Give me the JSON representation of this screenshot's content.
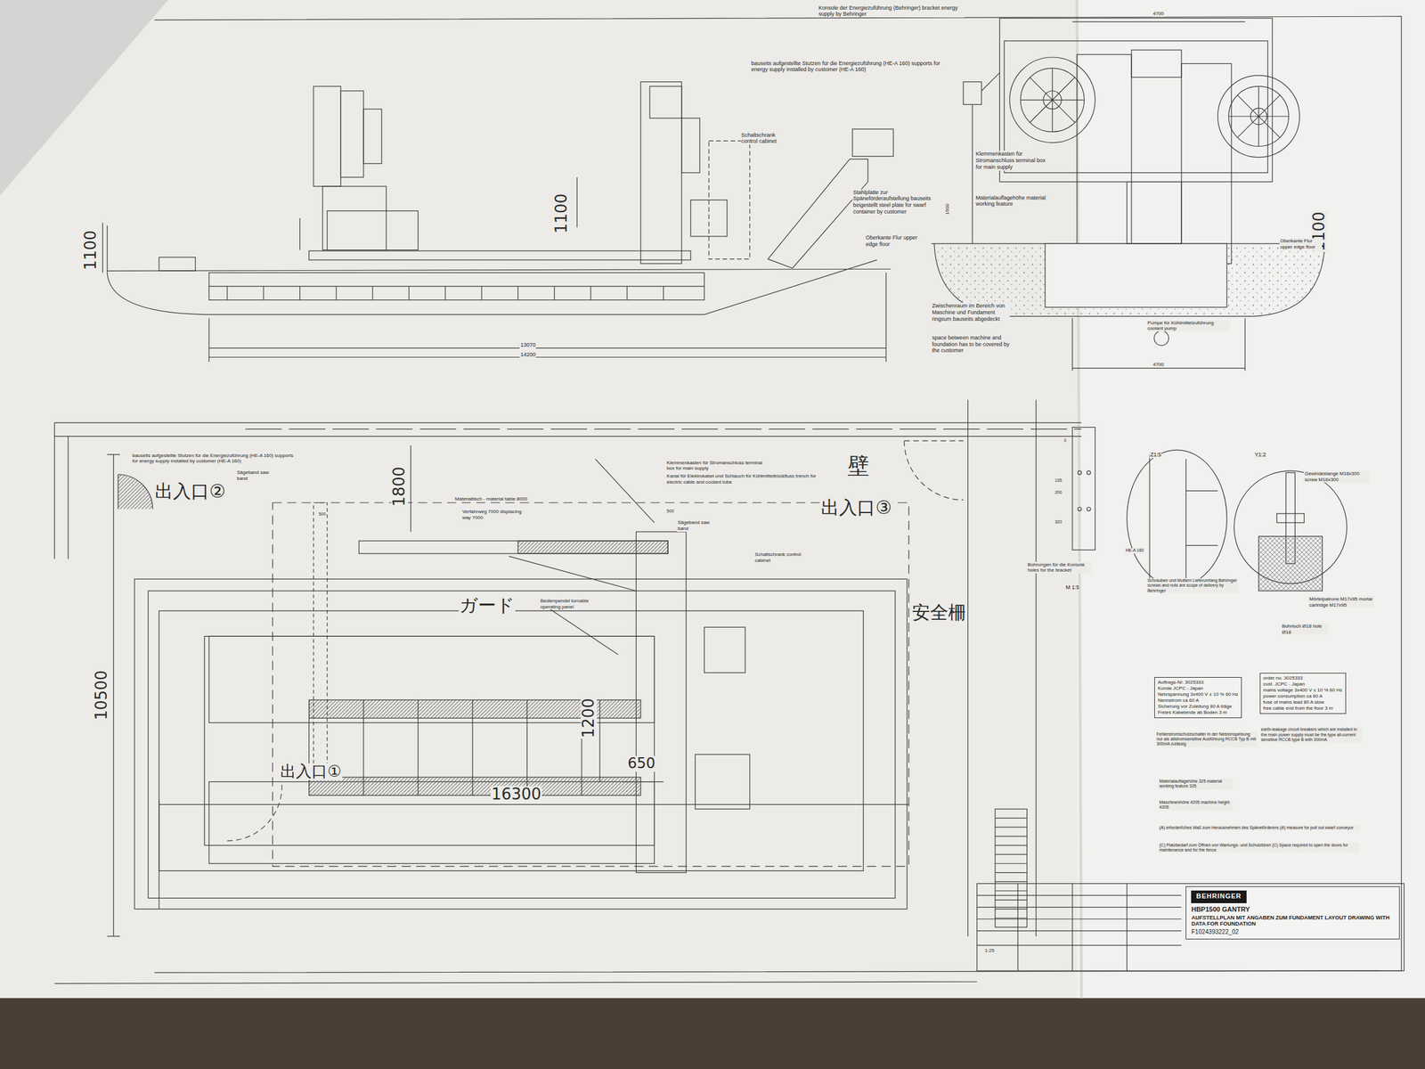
{
  "diagram": {
    "nodes": [
      {
        "text": [
          "HBP1500 GANTRY",
          "AUFSTELLPLAN MIT ANGABEN ZUM FUNDAMENT LAYOUT DRAWING WITH DATA FOR FOUNDATION",
          "F1024393222_02"
        ]
      },
      {
        "text": [
          "BEHRINGER"
        ],
        "in": 0
      },
      {
        "text": [
          "Auftrags-Nr. 3025333",
          "Kunde JCPC - Japan",
          "Netzspannung 3x400 V ± 10 % 60 Hz",
          "Nennstrom ca 60 A",
          "Sicherung vor Zuleitung 80 A träge",
          "Freies Kabelende ab Boden 3 m"
        ]
      },
      {
        "text": [
          "order no. 3025333",
          "cust. JCPC - Japan",
          "mains voltage 3x400 V ± 10 % 60 Hz",
          "power consumption ca 60 A",
          "fuse of mains lead 80 A slow",
          "free cable end from the floor 3 m"
        ]
      }
    ],
    "labels": [
      "1100",
      "1100",
      "Schaltschrank control cabinet",
      "Stahlplatte zur Späneförderaufstellung bauseits beigestellt steel plate for swarf container by customer",
      "Oberkante Flur upper edge floor",
      "13070",
      "14200",
      "Zwischenraum im Bereich von Maschine und Fundament ringsum bauseits abgedeckt",
      "space between machine and foundation has to be covered by the customer",
      "Konsole der Energiezuführung (Behringer) bracket energy supply by Behringer",
      "bauseits aufgestellte Stutzen für die Energiezuführung (HE-A 160) supports for energy supply installed by customer (HE-A 160)",
      "Klemmenkasten für Stromanschluss terminal box for main supply",
      "Materialauflagehöhe material working feature",
      "1100",
      "Oberkante Flur upper edge floor",
      "Pumpe für Kühlmittelzuführung coolant pump",
      "4700",
      "4700",
      "1500",
      "bauseits aufgestellte Stutzen für die Energiezuführung (HE-A 160) supports for energy supply installed by customer (HE-A 160)",
      "Sägeband saw band",
      "出入口②",
      "1800",
      "Materialtisch - material table 8000",
      "Verfahrweg 7000 displacing way 7000",
      "500",
      "500",
      "Klemmenkasten für Stromanschluss terminal box for main supply",
      "Kanal für Elektrokabel und Schlauch für Kühlmitteltrückfluss trench for electric cable and coolant tube",
      "Sägeband saw band",
      "壁",
      "出入口③",
      "Schaltschrank control cabinet",
      "ガード",
      "Bedienpendel turnable operating panel",
      "安全柵",
      "10500",
      "1200",
      "650",
      "出入口①",
      "16300",
      "Z1:5",
      "Y1:2",
      "Gewindestange M16x300 screw M16x300",
      "Mörtelpatrone M17x95 mortar cartridge M17x95",
      "Bohrloch Ø18 hole Ø18",
      "Bohrungen für die Konsole holes for the bracket",
      "M 1:5",
      "HE-A 160",
      "Schrauben und Muttern Lieferumfang Behringer screws and nuts are scope of delivery by Behringer",
      "0",
      "135",
      "200",
      "320",
      "Fehlerstromschutzschalter in der Netzeinspeisung nur als allstromsensitive Ausführung RCCB Typ B mit 300mA zulässig",
      "earth-leakage circuit breakers which are installed in the main power supply must be the type all-current sensitive RCCB type B with 300mA",
      "Materialauflagehöhe 325 material working feature 325",
      "Maschinenhöhe 4205 machine height 4205",
      "(A) erforderliches Maß zum Herausnehmen des Späneförderers (A) measure for pull out swarf conveyor",
      "(C) Platzbedarf zum Öffnen von Wartungs- und Schutztüren (C) Space required to open the doors for maintenance and for the fence",
      "1:25"
    ]
  }
}
